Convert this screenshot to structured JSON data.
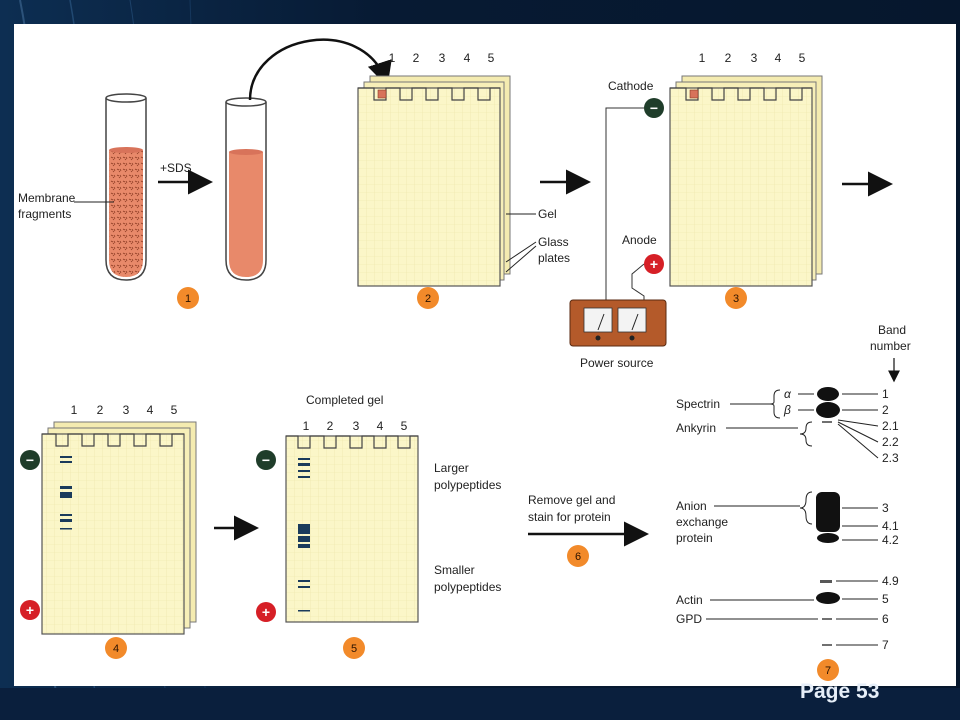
{
  "theme": {
    "slide_bg": "#0a1a33",
    "panel_bg": "#ffffff",
    "tube_fill": "#e8896a",
    "gel_fill": "#fbf6c8",
    "gel_grid": "#e8e0a4",
    "step_circle": "#f28a2a",
    "cathode": "#1f3d2a",
    "anode": "#d61f26",
    "band": "#1b3b5c"
  },
  "step1": {
    "label": "Membrane",
    "label2": "fragments",
    "arrow_label": "+SDS",
    "number": "1"
  },
  "step2": {
    "lane_numbers": [
      "1",
      "2",
      "3",
      "4",
      "5"
    ],
    "gel_label": "Gel",
    "glass_label": "Glass",
    "glass_label2": "plates",
    "number": "2"
  },
  "step3": {
    "lane_numbers": [
      "1",
      "2",
      "3",
      "4",
      "5"
    ],
    "cathode_label": "Cathode",
    "anode_label": "Anode",
    "power_label": "Power source",
    "minus": "−",
    "plus": "+",
    "number": "3"
  },
  "step4": {
    "lane_numbers": [
      "1",
      "2",
      "3",
      "4",
      "5"
    ],
    "number": "4"
  },
  "step5": {
    "title": "Completed gel",
    "lane_numbers": [
      "1",
      "2",
      "3",
      "4",
      "5"
    ],
    "larger_label": "Larger",
    "larger_label2": "polypeptides",
    "smaller_label": "Smaller",
    "smaller_label2": "polypeptides",
    "number": "5"
  },
  "step6": {
    "label": "Remove gel and",
    "label2": "stain for protein",
    "number": "6"
  },
  "step7": {
    "band_header": "Band",
    "band_header2": "number",
    "spectrin": "Spectrin",
    "alpha": "α",
    "beta": "β",
    "ankyrin": "Ankyrin",
    "anion": "Anion",
    "anion2": "exchange",
    "anion3": "protein",
    "actin": "Actin",
    "gpd": "GPD",
    "band_numbers": [
      "1",
      "2",
      "2.1",
      "2.2",
      "2.3",
      "3",
      "4.1",
      "4.2",
      "4.9",
      "5",
      "6",
      "7"
    ],
    "number": "7"
  },
  "footer": {
    "page": "Page 53"
  }
}
